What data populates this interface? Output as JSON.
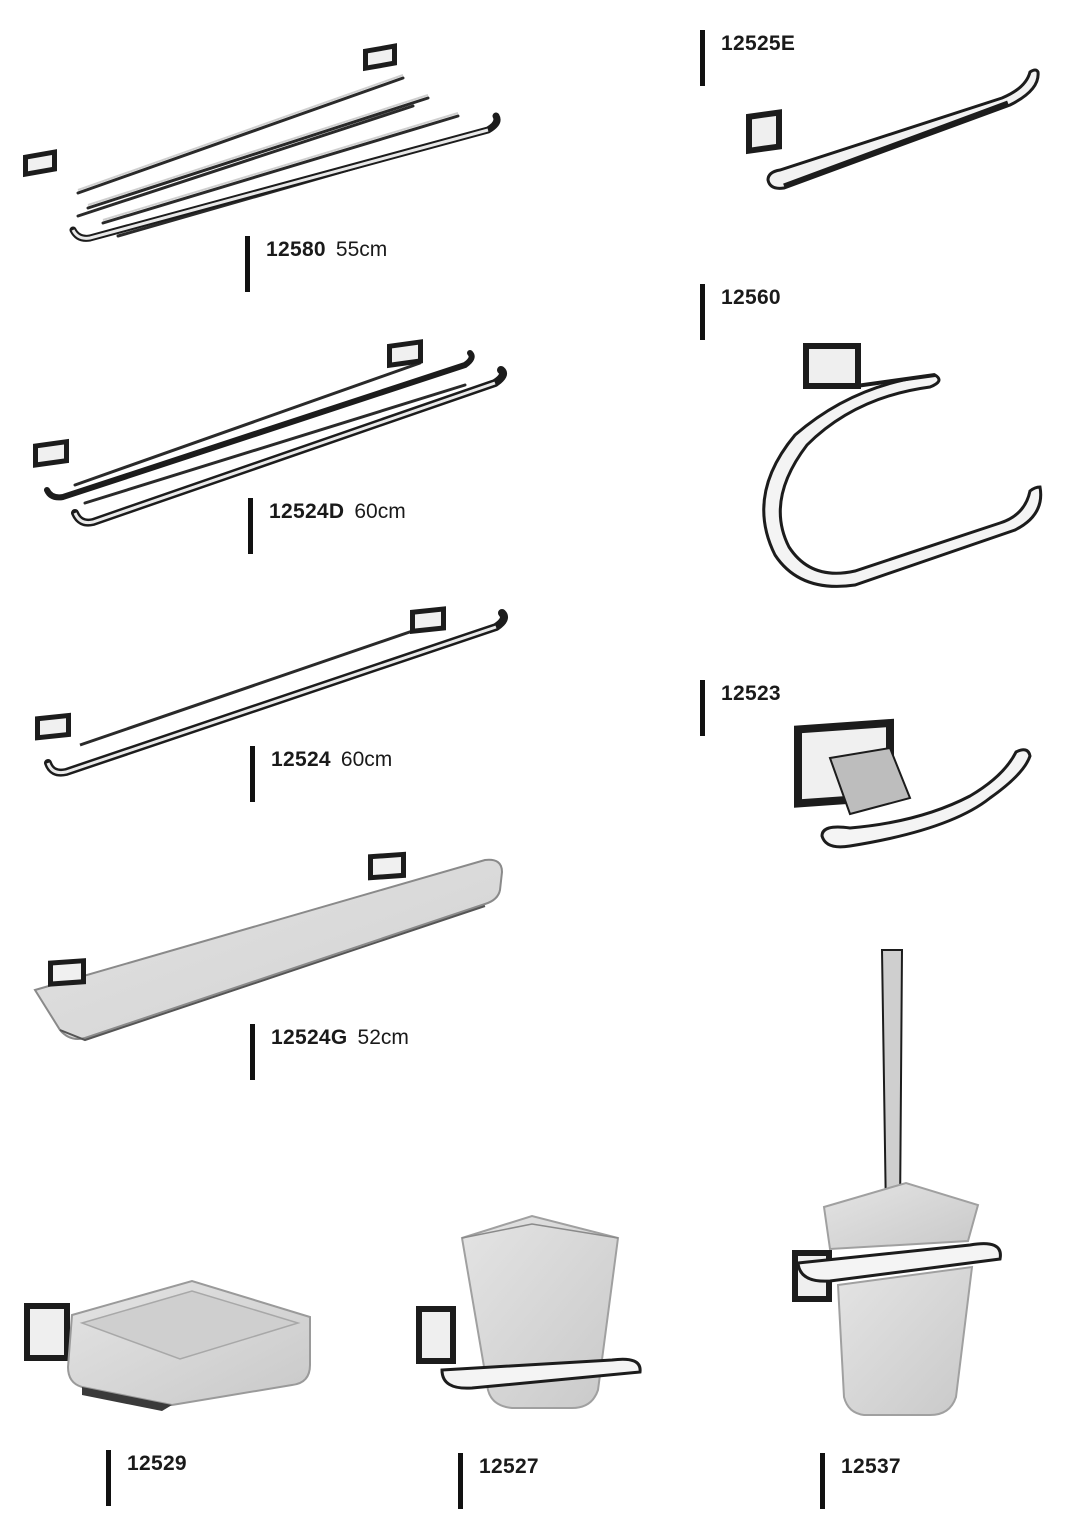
{
  "products": [
    {
      "code": "12580",
      "size": "55cm"
    },
    {
      "code": "12524D",
      "size": "60cm"
    },
    {
      "code": "12524",
      "size": "60cm"
    },
    {
      "code": "12524G",
      "size": "52cm"
    },
    {
      "code": "12525E",
      "size": ""
    },
    {
      "code": "12560",
      "size": ""
    },
    {
      "code": "12523",
      "size": ""
    },
    {
      "code": "12529",
      "size": ""
    },
    {
      "code": "12527",
      "size": ""
    },
    {
      "code": "12537",
      "size": ""
    }
  ],
  "colors": {
    "chrome_dark": "#1c1c1c",
    "chrome_light": "#e6e6e6",
    "ceramic": "#d9d9d9"
  }
}
